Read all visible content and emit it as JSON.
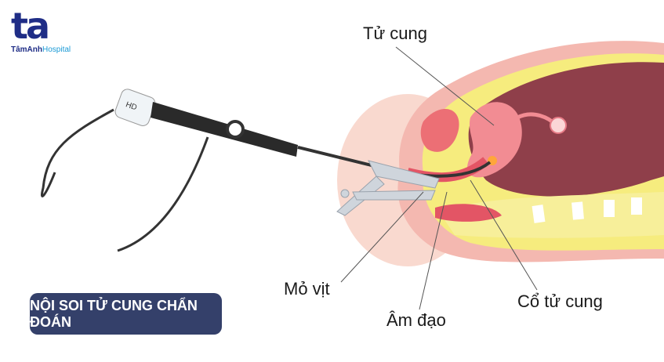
{
  "logo": {
    "mark": "ta",
    "name_part1": "TâmAnh",
    "name_part2": "Hospital",
    "color": "#1f2d86",
    "accent": "#1a9ad6"
  },
  "labels": {
    "uterus": "Tử cung",
    "speculum": "Mỏ vịt",
    "vagina": "Âm đạo",
    "cervix": "Cổ tử cung"
  },
  "badge": {
    "text": "NỘI SOI TỬ CUNG CHẨN ĐOÁN",
    "color": "#34406a"
  }
}
